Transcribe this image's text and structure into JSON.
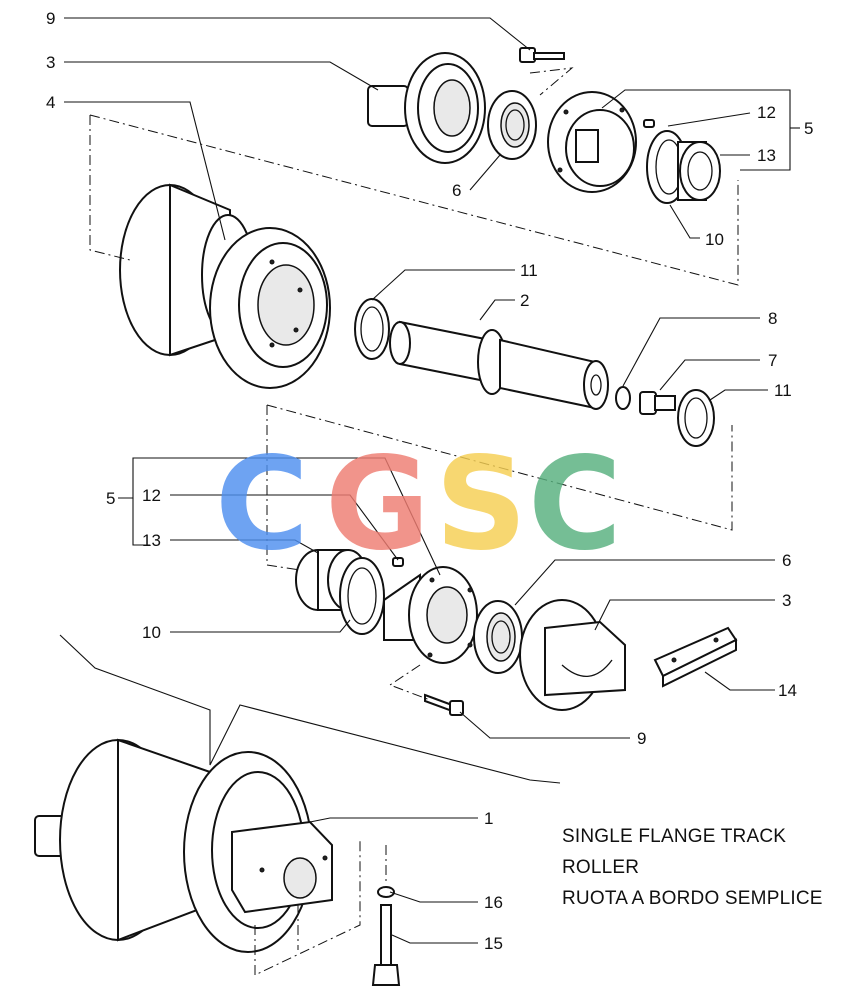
{
  "callouts": {
    "c9_top": "9",
    "c3_top": "3",
    "c4": "4",
    "c6_top": "6",
    "c12_top": "12",
    "c5_top": "5",
    "c13_top": "13",
    "c10_top": "10",
    "c11_left": "11",
    "c2": "2",
    "c8": "8",
    "c7": "7",
    "c11_right": "11",
    "c5_mid": "5",
    "c12_mid": "12",
    "c13_mid": "13",
    "c6_mid": "6",
    "c3_mid": "3",
    "c10_mid": "10",
    "c14": "14",
    "c9_mid": "9",
    "c1": "1",
    "c16": "16",
    "c15": "15"
  },
  "caption": {
    "line1": "SINGLE FLANGE TRACK",
    "line2": "ROLLER",
    "line3": "RUOTA A BORDO SEMPLICE"
  },
  "watermark": {
    "letters": [
      "C",
      "G",
      "S",
      "C"
    ],
    "colors": [
      "#4f8ff0",
      "#ef7d72",
      "#f6cf53",
      "#57b07e"
    ]
  }
}
